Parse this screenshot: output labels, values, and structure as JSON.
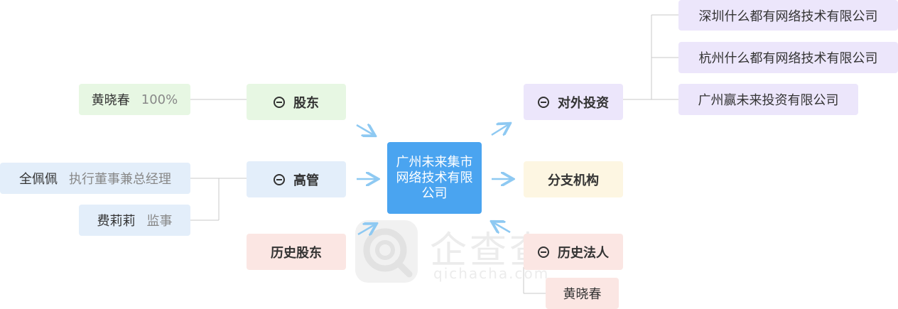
{
  "center": {
    "label": "广州未来集市网络技术有限公司"
  },
  "watermark": {
    "brand": "企查查",
    "domain": "qichacha.com",
    "logo_icon": "qichacha-logo-icon"
  },
  "categories": {
    "shareholders": "股东",
    "executives": "高管",
    "history_shareholders": "历史股东",
    "investments": "对外投资",
    "branches": "分支机构",
    "history_legal_rep": "历史法人"
  },
  "shareholders": [
    {
      "name": "黄晓春",
      "detail": "100%"
    }
  ],
  "executives": [
    {
      "name": "全佩佩",
      "detail": "执行董事兼总经理"
    },
    {
      "name": "费莉莉",
      "detail": "监事"
    }
  ],
  "investments": [
    {
      "name": "深圳什么都有网络技术有限公司"
    },
    {
      "name": "杭州什么都有网络技术有限公司"
    },
    {
      "name": "广州赢未来投资有限公司"
    }
  ],
  "history_legal_rep": [
    {
      "name": "黄晓春"
    }
  ],
  "colors": {
    "center": "#4aa4f0",
    "green": "#e7f7e3",
    "blue": "#e3eefa",
    "purple": "#ece6fb",
    "pink": "#fbe6e3",
    "yellow": "#fdf6e2",
    "arrow": "#8ec9f2",
    "line": "#c8c8c8"
  }
}
